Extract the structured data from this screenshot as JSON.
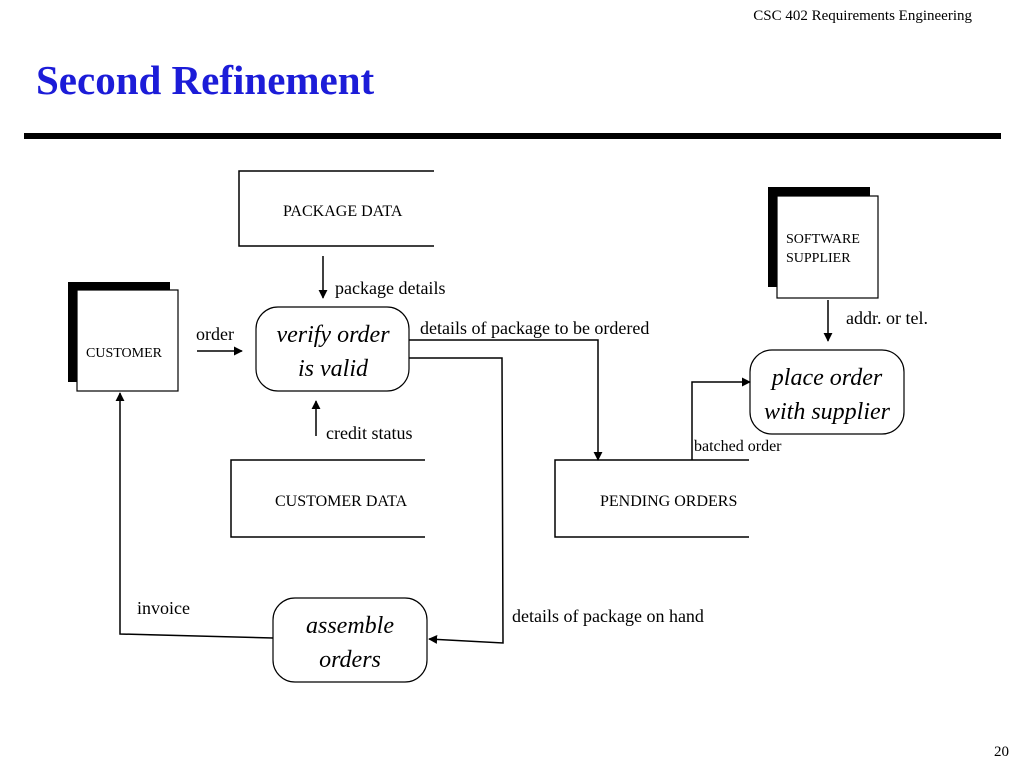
{
  "header": {
    "course": "CSC 402 Requirements Engineering",
    "title": "Second Refinement",
    "page_number": "20"
  },
  "diagram": {
    "external_entities": {
      "customer": "CUSTOMER",
      "supplier_line1": "SOFTWARE",
      "supplier_line2": "SUPPLIER"
    },
    "processes": {
      "verify_line1": "verify order",
      "verify_line2": "is valid",
      "place_line1": "place order",
      "place_line2": "with supplier",
      "assemble_line1": "assemble",
      "assemble_line2": "orders"
    },
    "data_stores": {
      "package_data": "PACKAGE DATA",
      "customer_data": "CUSTOMER DATA",
      "pending_orders": "PENDING ORDERS"
    },
    "flows": {
      "package_details": "package details",
      "order": "order",
      "details_to_order": "details of package to be ordered",
      "addr_tel": "addr. or tel.",
      "credit_status": "credit status",
      "batched_order": "batched order",
      "invoice": "invoice",
      "details_on_hand": "details of package on hand"
    }
  }
}
